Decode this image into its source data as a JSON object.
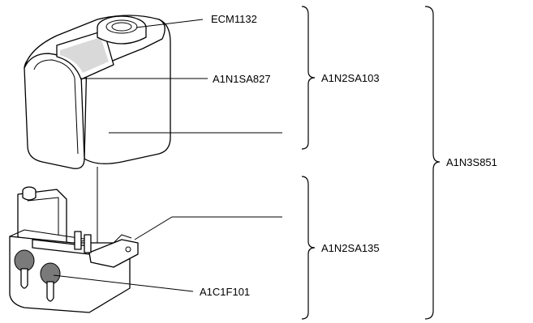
{
  "labels": {
    "ecm": "ECM1132",
    "upper_part": "A1N1SA827",
    "upper_assembly": "A1N2SA103",
    "lower_assembly": "A1N2SA135",
    "lower_part": "A1C1F101",
    "full_assembly": "A1N3S851"
  }
}
